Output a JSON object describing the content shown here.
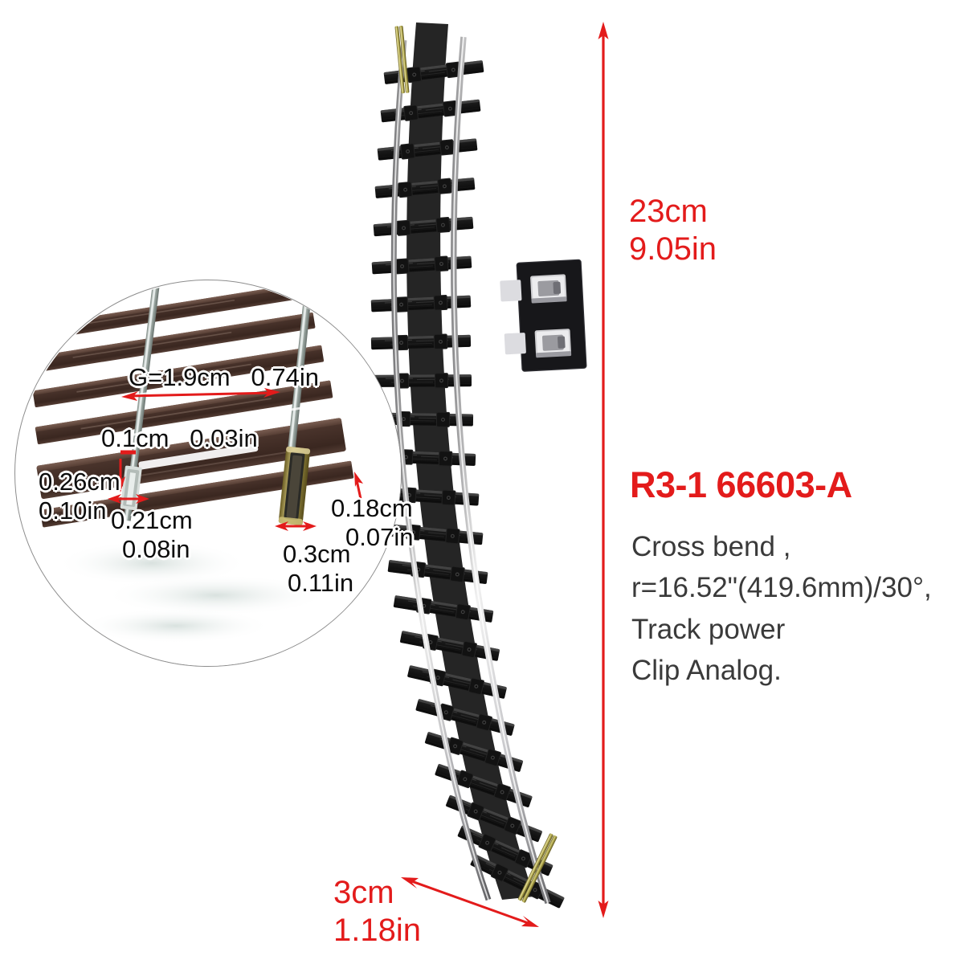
{
  "product": {
    "code": "R3-1 66603-A",
    "description_lines": [
      "Cross bend ,",
      "r=16.52\"(419.6mm)/30°,",
      "Track power",
      "Clip Analog."
    ]
  },
  "dimensions": {
    "overall_height": {
      "cm": "23cm",
      "in": "9.05in"
    },
    "overall_width": {
      "cm": "3cm",
      "in": "1.18in"
    }
  },
  "inset_callouts": {
    "gauge": {
      "cm": "G=1.9cm",
      "in": "0.74in"
    },
    "rail_head": {
      "cm": "0.1cm",
      "in": "0.03in"
    },
    "sleeper_height": {
      "cm": "0.26cm",
      "in": "0.10in"
    },
    "sleeper_width": {
      "cm": "0.21cm",
      "in": "0.08in"
    },
    "pin_height": {
      "cm": "0.18cm",
      "in": "0.07in"
    },
    "pin_width": {
      "cm": "0.3cm",
      "in": "0.11in"
    }
  },
  "colors": {
    "accent_red": "#e31b1b",
    "text_dark": "#3a3a3a",
    "callout_black": "#0d0d0d",
    "inset_border": "#8d8d8d"
  }
}
